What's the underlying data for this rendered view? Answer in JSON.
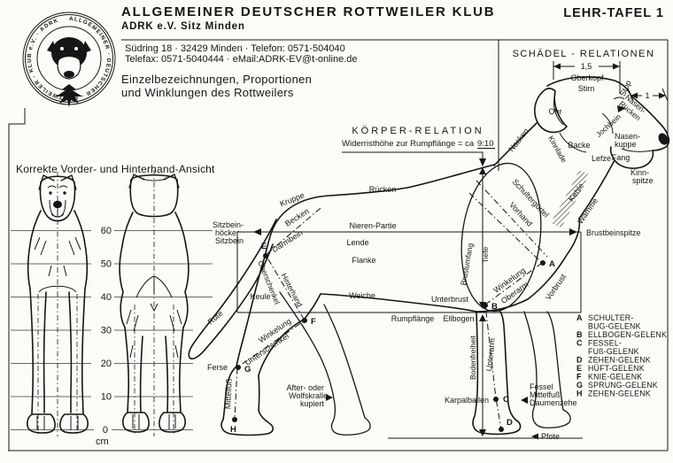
{
  "header": {
    "club_name": "ALLGEMEINER DEUTSCHER ROTTWEILER KLUB",
    "club_sub": "ADRK e.V. Sitz Minden",
    "plate_label": "LEHR-TAFEL 1",
    "address_line1": "Südring 18 · 32429 Minden · Telefon: 0571-504040",
    "address_line2": "Telefax: 0571-5040444 · eMail:ADRK-EV@t-online.de",
    "doc_title_line1": "Einzelbezeichnungen, Proportionen",
    "doc_title_line2": "und Winklungen des Rottweilers"
  },
  "logo": {
    "ring_text": "ALLGEMEINER · DEUTSCHER · ROTTWEILER - KLUB e.V. · ADRK"
  },
  "skull": {
    "heading": "SCHÄDEL - RELATIONEN",
    "ratio_skull": "1,5",
    "ratio_muzzle": "1",
    "labels": {
      "oberkopf": "Oberkopf",
      "stirn": "Stirn",
      "ohr": "Ohr",
      "stop": "Stop",
      "nasenruecken_l1": "Nasen-",
      "nasenruecken_l2": "Rücken",
      "jochbein": "Jochbein",
      "nasenkuppe_l1": "Nasen-",
      "nasenkuppe_l2": "kuppe",
      "backe": "Backe",
      "kinnlade": "Kinnlade",
      "lefze": "Lefze",
      "fang": "Fang",
      "kinnspitze_l1": "Kinn-",
      "kinnspitze_l2": "spitze"
    }
  },
  "koerper": {
    "heading": "KÖRPER-RELATION",
    "text": "Widerristhöhe zur Rumpflänge = ca",
    "ratio": "9:10"
  },
  "left_panel": {
    "heading": "Korrekte Vorder- und Hinterhand-Ansicht",
    "scale_values": [
      "60",
      "50",
      "40",
      "30",
      "20",
      "10",
      "0"
    ],
    "unit": "cm"
  },
  "side_view": {
    "points": [
      "A",
      "B",
      "C",
      "D",
      "E",
      "F",
      "G",
      "H"
    ],
    "labels": {
      "nacken": "Nacken",
      "ruecken": "Rücken",
      "kruppe": "Kruppe",
      "sitzbein_l1": "Sitzbein-",
      "sitzbein_l2": "höcker",
      "sitzbein_l3": "Sitzbein",
      "becken": "Becken",
      "darmbein": "Darmbein",
      "nieren_partie": "Nieren-Partie",
      "lende": "Lende",
      "flanke": "Flanke",
      "weiche": "Weiche",
      "oberschenkel": "Oberschenkel",
      "hinterhand": "Hinterhand",
      "keule": "Keule",
      "rute": "Rute",
      "ferse": "Ferse",
      "winkelung_hind": "Winkelung",
      "unterschenkel": "Unterschenkel",
      "mittelfuss_hind": "Mittelfuß",
      "afterkralle_l1": "After- oder",
      "afterkralle_l2": "Wolfskralle",
      "afterkralle_l3": "kupiert",
      "schulterguertel": "Schultergürtel",
      "vorhand": "Vorhand",
      "kehle": "Kehle",
      "wamme": "Wamme",
      "brustbeinspitze": "Brustbeinspitze",
      "brustumfang": "Brustumfang",
      "tiefe": "Tiefe",
      "winkelung_front": "Winkelung",
      "oberarm": "Oberarm",
      "vorbrust": "Vorbrust",
      "unterbrust": "Unterbrust",
      "rumpflaenge": "Rumpflänge",
      "ellbogen": "Ellbogen",
      "bodenfreiheit": "Bodenfreiheit",
      "unterarm": "Unterarm",
      "karpalballen": "Karpalballen",
      "fessel": "Fessel",
      "mittelfuss_front": "Mittelfuß",
      "daumenzehe": "Daumenzehe",
      "pfote": "Pfote"
    }
  },
  "legend": {
    "rows": [
      {
        "letter": "A",
        "text": "SCHULTER-"
      },
      {
        "letter": "",
        "text": "BUG-GELENK"
      },
      {
        "letter": "B",
        "text": "ELLBOGEN-GELENK"
      },
      {
        "letter": "C",
        "text": "FESSEL-"
      },
      {
        "letter": "",
        "text": "FUß-GELENK"
      },
      {
        "letter": "D",
        "text": "ZEHEN-GELENK"
      },
      {
        "letter": "E",
        "text": "HÜFT-GELENK"
      },
      {
        "letter": "F",
        "text": "KNIE-GELENK"
      },
      {
        "letter": "G",
        "text": "SPRUNG-GELENK"
      },
      {
        "letter": "H",
        "text": "ZEHEN-GELENK"
      }
    ]
  }
}
